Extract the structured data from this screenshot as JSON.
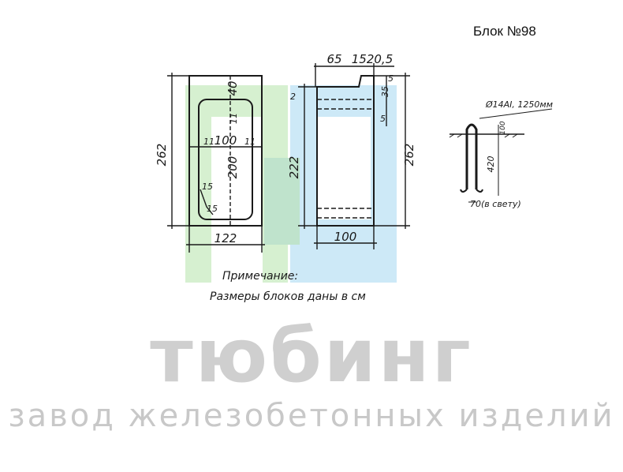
{
  "block_title": "Блок №98",
  "front_view": {
    "height_label": "262",
    "width_label": "122",
    "top_offset": "40",
    "inner_width": "100",
    "inner_left": "11",
    "inner_right": "11",
    "inner_height": "200",
    "side_small": "11",
    "corner_15a": "15",
    "corner_15b": "15"
  },
  "side_view": {
    "height_total": "262",
    "height_main": "222",
    "width_label": "100",
    "top_dim": "65",
    "top_dim_combined": "1520,5",
    "right_5a": "5",
    "right_35": "35",
    "right_5b": "5",
    "left_2": "2"
  },
  "loop_detail": {
    "rebar_label": "Ø14AI, 1250мм",
    "dim_100": "100",
    "dim_420": "420",
    "dim_70": "70(в свету)"
  },
  "note_title": "Примечание:",
  "note_text": "Размеры блоков даны в см",
  "brand": {
    "name": "тюбинг",
    "tagline": "завод железобетонных изделий"
  },
  "colors": {
    "logo_green": "#d6f0d0",
    "logo_blue": "#cde9f7",
    "brand_gray": "#cfcfcf",
    "line": "#1a1a1a"
  }
}
